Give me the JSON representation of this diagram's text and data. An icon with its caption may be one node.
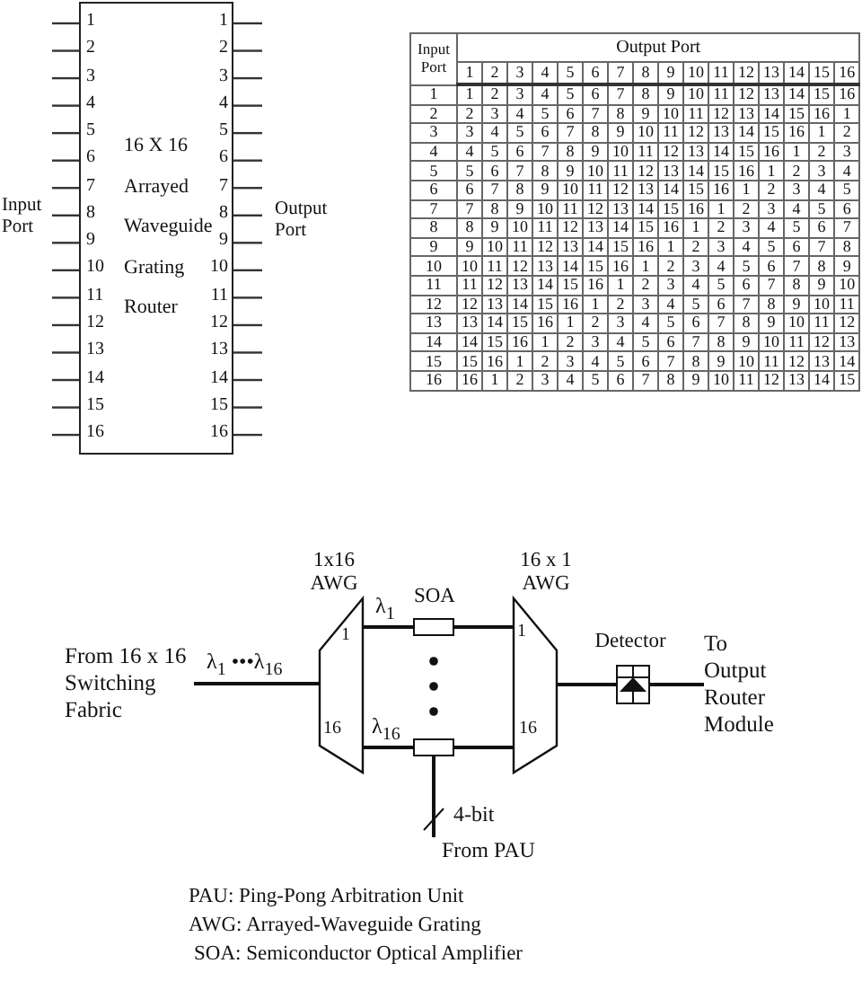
{
  "diagram": {
    "nodes": [
      {
        "text": [
          "16 X 16 Arrayed Waveguide Grating Router"
        ]
      },
      {
        "text": [
          "From 16 x 16 Switching Fabric"
        ]
      },
      {
        "text": [
          "1x16 AWG",
          "1",
          "16"
        ]
      },
      {
        "text": [
          "SOA"
        ]
      },
      {
        "text": [],
        "shape": "box"
      },
      {
        "text": [
          "16 x 1 AWG",
          "1",
          "16"
        ]
      },
      {
        "text": [
          "Detector"
        ]
      },
      {
        "text": [
          "To Output Router Module"
        ]
      },
      {
        "text": [
          "From PAU"
        ]
      }
    ],
    "edges": [
      {
        "from": 1,
        "to": 2,
        "arrow": "none",
        "label": "λ$_{1}$ •••λ$_{16}$"
      },
      {
        "from": 2,
        "to": 3,
        "arrow": "none",
        "label": "λ$_{1}$"
      },
      {
        "from": 3,
        "to": 5,
        "arrow": "none"
      },
      {
        "from": 2,
        "to": 4,
        "arrow": "none",
        "label": "λ$_{16}$"
      },
      {
        "from": 4,
        "to": 5,
        "arrow": "none"
      },
      {
        "from": 5,
        "to": 6,
        "arrow": "none"
      },
      {
        "from": 6,
        "to": 7,
        "arrow": "none"
      },
      {
        "from": 8,
        "to": 4,
        "arrow": "none",
        "label": "4-bit"
      }
    ],
    "labels": [
      "Input Port",
      "1",
      "2",
      "3",
      "4",
      "5",
      "6",
      "7",
      "8",
      "9",
      "10",
      "11",
      "12",
      "13",
      "14",
      "15",
      "16",
      "1",
      "2",
      "3",
      "4",
      "5",
      "6",
      "7",
      "8",
      "9",
      "10",
      "11",
      "12",
      "13",
      "14",
      "15",
      "16",
      "Output Port",
      "Input Port",
      "Output Port",
      "1",
      "2",
      "3",
      "4",
      "5",
      "6",
      "7",
      "8",
      "9",
      "10",
      "11",
      "12",
      "13",
      "14",
      "15",
      "16",
      "1",
      "1",
      "2",
      "3",
      "4",
      "5",
      "6",
      "7",
      "8",
      "9",
      "10",
      "11",
      "12",
      "13",
      "14",
      "15",
      "16",
      "2",
      "2",
      "3",
      "4",
      "5",
      "6",
      "7",
      "8",
      "9",
      "10",
      "11",
      "12",
      "13",
      "14",
      "15",
      "16",
      "1",
      "3",
      "3",
      "4",
      "5",
      "6",
      "7",
      "8",
      "9",
      "10",
      "11",
      "12",
      "13",
      "14",
      "15",
      "16",
      "1",
      "2",
      "4",
      "4",
      "5",
      "6",
      "7",
      "8",
      "9",
      "10",
      "11",
      "12",
      "13",
      "14",
      "15",
      "16",
      "1",
      "2",
      "3",
      "5",
      "5",
      "6",
      "7",
      "8",
      "9",
      "10",
      "11",
      "12",
      "13",
      "14",
      "15",
      "16",
      "1",
      "2",
      "3",
      "4",
      "6",
      "6",
      "7",
      "8",
      "9",
      "10",
      "11",
      "12",
      "13",
      "14",
      "15",
      "16",
      "1",
      "2",
      "3",
      "4",
      "5",
      "7",
      "7",
      "8",
      "9",
      "10",
      "11",
      "12",
      "13",
      "14",
      "15",
      "16",
      "1",
      "2",
      "3",
      "4",
      "5",
      "6",
      "8",
      "8",
      "9",
      "10",
      "11",
      "12",
      "13",
      "14",
      "15",
      "16",
      "1",
      "2",
      "3",
      "4",
      "5",
      "6",
      "7",
      "9",
      "9",
      "10",
      "11",
      "12",
      "13",
      "14",
      "15",
      "16",
      "1",
      "2",
      "3",
      "4",
      "5",
      "6",
      "7",
      "8",
      "10",
      "10",
      "11",
      "12",
      "13",
      "14",
      "15",
      "16",
      "1",
      "2",
      "3",
      "4",
      "5",
      "6",
      "7",
      "8",
      "9",
      "11",
      "11",
      "12",
      "13",
      "14",
      "15",
      "16",
      "1",
      "2",
      "3",
      "4",
      "5",
      "6",
      "7",
      "8",
      "9",
      "10",
      "12",
      "12",
      "13",
      "14",
      "15",
      "16",
      "1",
      "2",
      "3",
      "4",
      "5",
      "6",
      "7",
      "8",
      "9",
      "10",
      "11",
      "13",
      "13",
      "14",
      "15",
      "16",
      "1",
      "2",
      "3",
      "4",
      "5",
      "6",
      "7",
      "8",
      "9",
      "10",
      "11",
      "12",
      "14",
      "14",
      "15",
      "16",
      "1",
      "2",
      "3",
      "4",
      "5",
      "6",
      "7",
      "8",
      "9",
      "10",
      "11",
      "12",
      "13",
      "15",
      "15",
      "16",
      "1",
      "2",
      "3",
      "4",
      "5",
      "6",
      "7",
      "8",
      "9",
      "10",
      "11",
      "12",
      "13",
      "14",
      "16",
      "16",
      "1",
      "2",
      "3",
      "4",
      "5",
      "6",
      "7",
      "8",
      "9",
      "10",
      "11",
      "12",
      "13",
      "14",
      "15",
      "PAU: Ping-Pong Arbitration Unit",
      "AWG: Arrayed-Waveguide Grating",
      "SOA: Semiconductor Optical Amplifier"
    ]
  }
}
